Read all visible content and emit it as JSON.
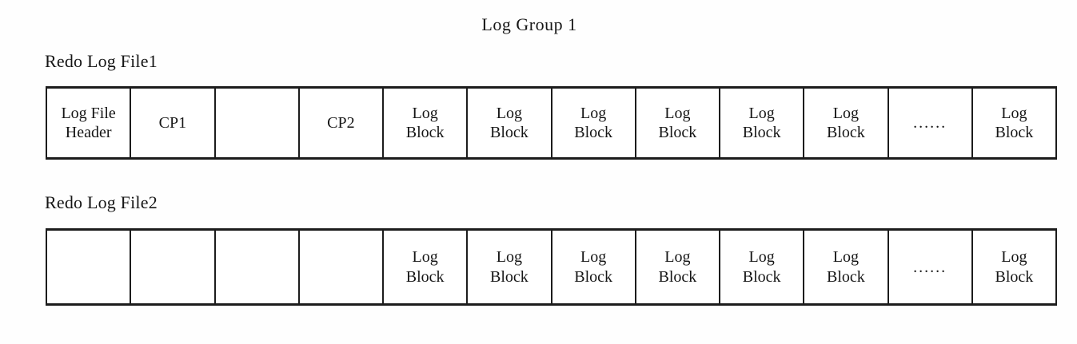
{
  "title": "Log Group 1",
  "colors": {
    "ink": "#161616",
    "border": "#1c1c1c",
    "background": "#fefefe"
  },
  "files": [
    {
      "label": "Redo Log File1",
      "cells": [
        "Log File\nHeader",
        "CP1",
        "",
        "CP2",
        "Log\nBlock",
        "Log\nBlock",
        "Log\nBlock",
        "Log\nBlock",
        "Log\nBlock",
        "Log\nBlock",
        "......",
        "Log\nBlock"
      ]
    },
    {
      "label": "Redo Log File2",
      "cells": [
        "",
        "",
        "",
        "",
        "Log\nBlock",
        "Log\nBlock",
        "Log\nBlock",
        "Log\nBlock",
        "Log\nBlock",
        "Log\nBlock",
        "......",
        "Log\nBlock"
      ]
    }
  ]
}
